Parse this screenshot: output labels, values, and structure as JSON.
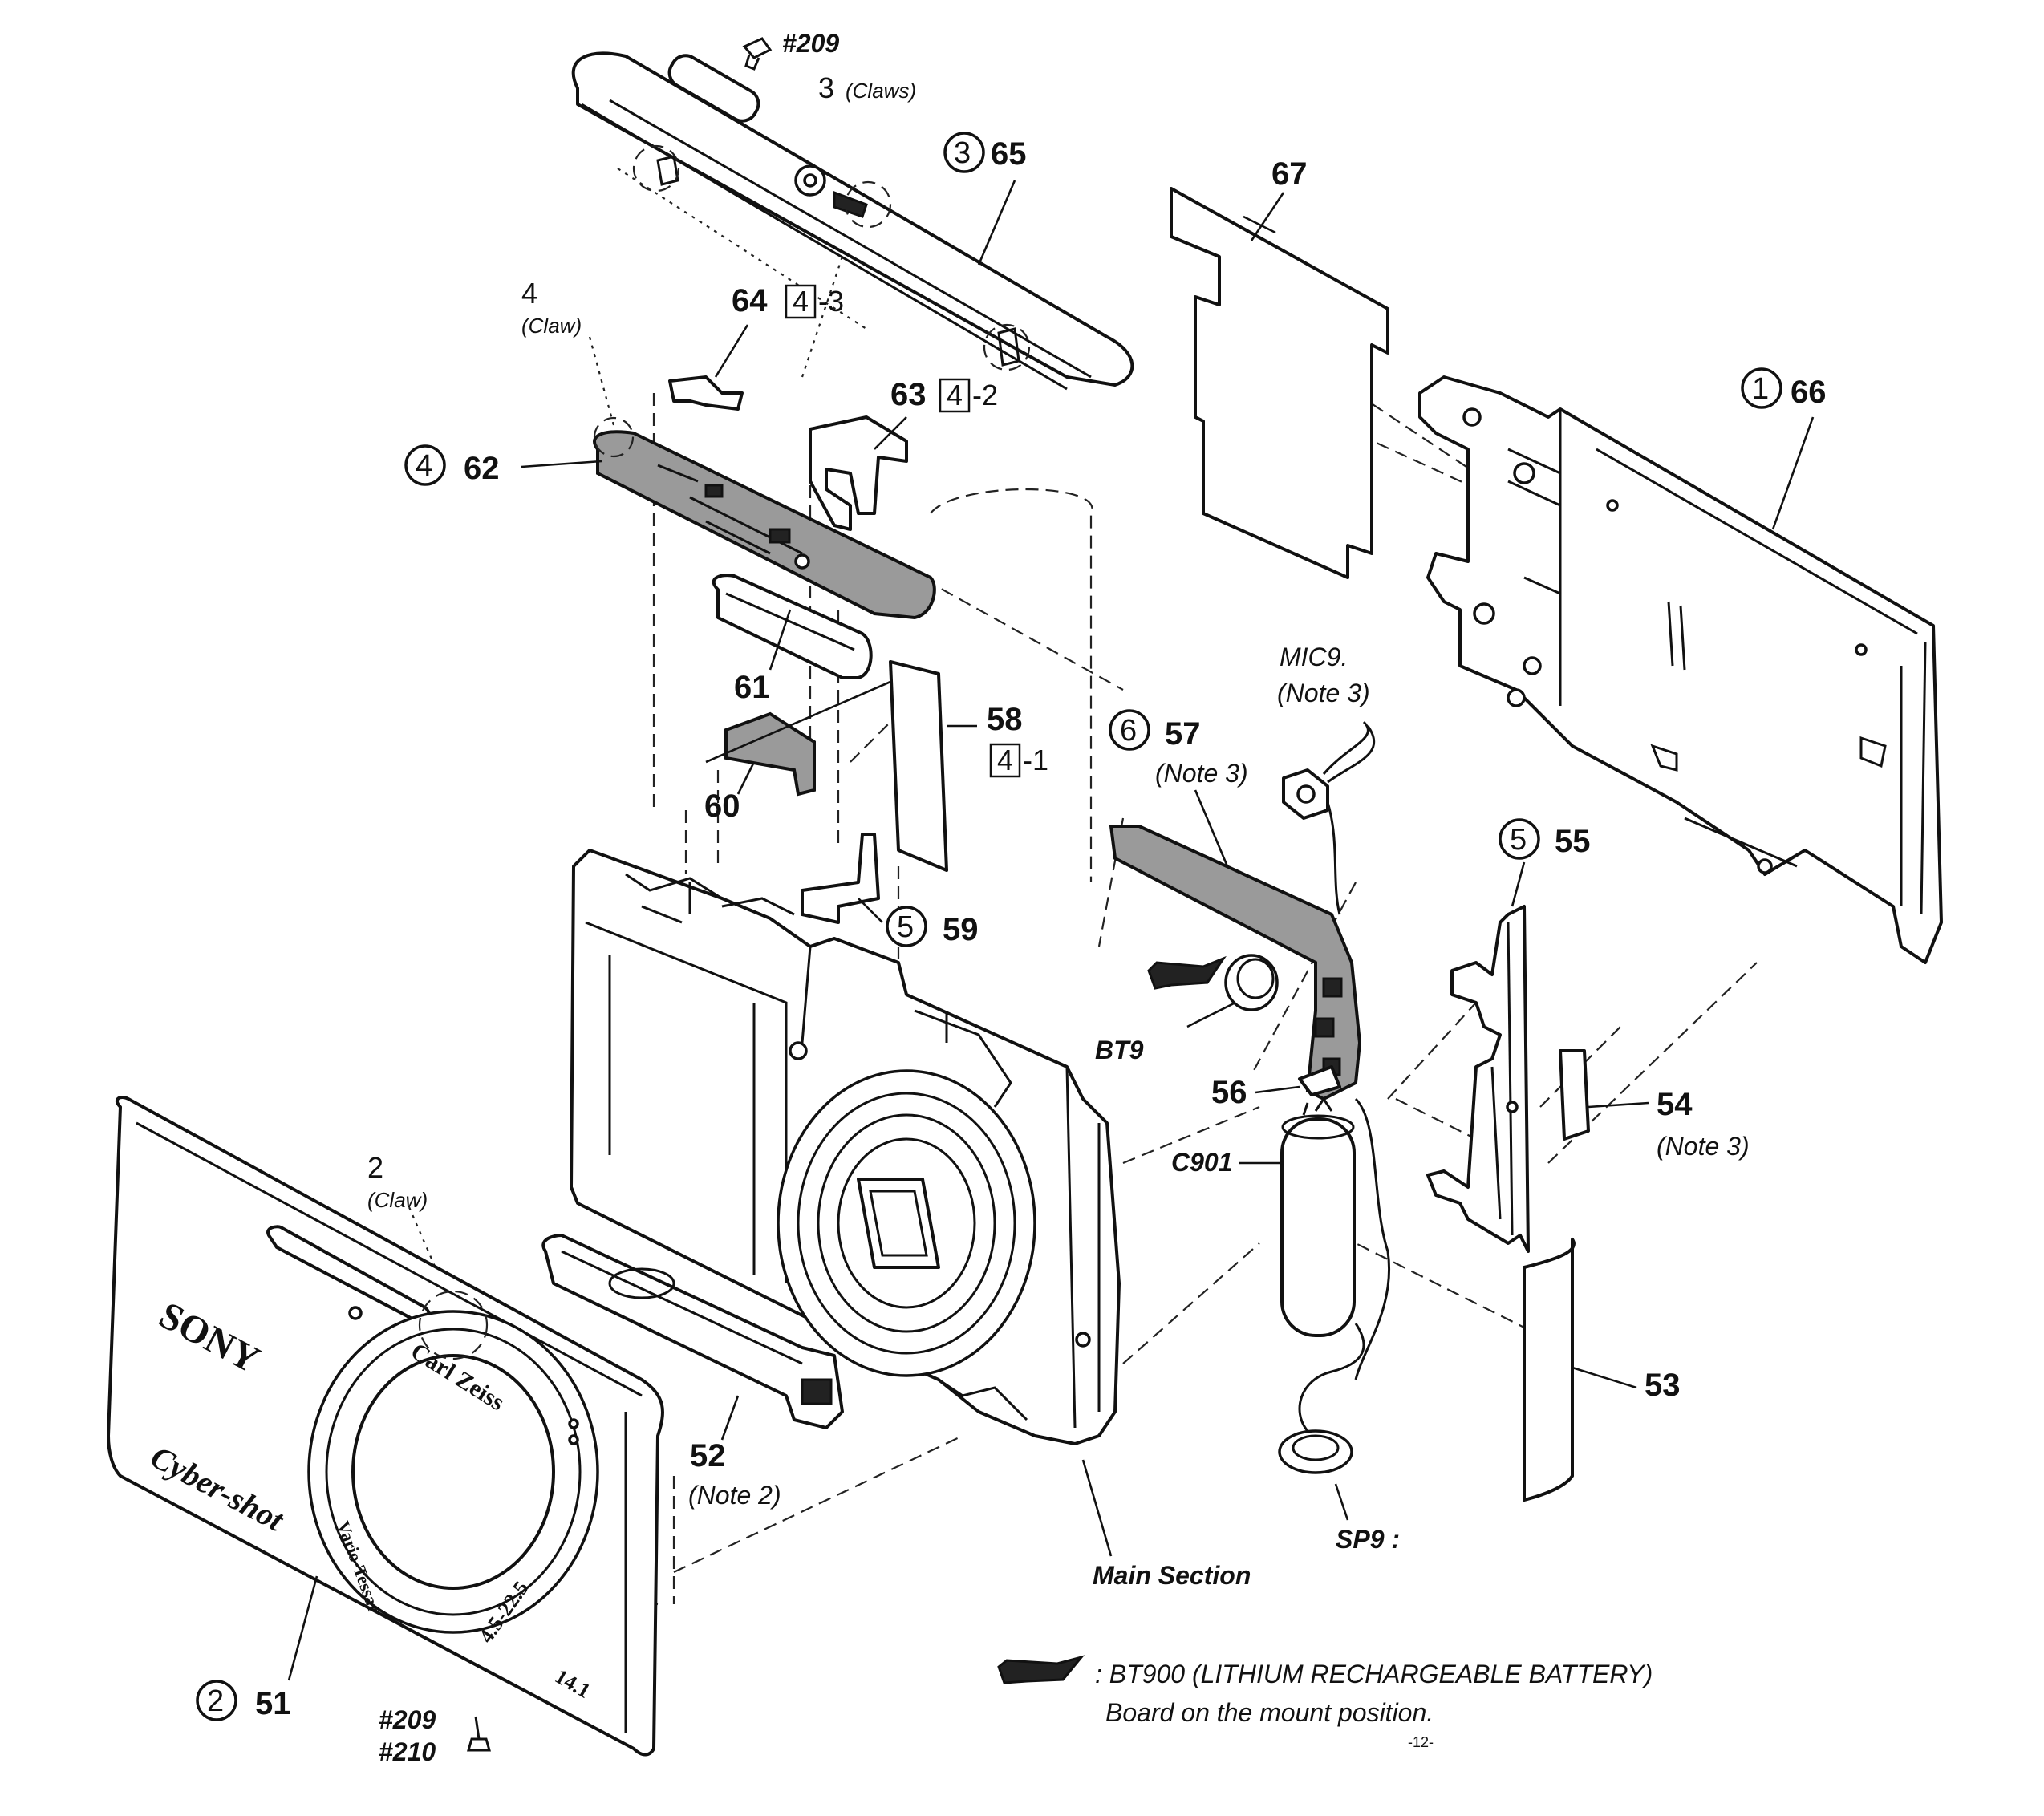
{
  "labels": {
    "l209_top": "#209",
    "l3_claws_num": "3",
    "l3_claws_text": "(Claws)",
    "l65_circ": "3",
    "l65": "65",
    "l67": "67",
    "l66_circ": "1",
    "l66": "66",
    "l4_claw_num": "4",
    "l4_claw_text": "(Claw)",
    "l64": "64",
    "l64_box": "4",
    "l64_suffix": "-3",
    "l63": "63",
    "l63_box": "4",
    "l63_suffix": "-2",
    "l62_circ": "4",
    "l62": "62",
    "l61": "61",
    "l58": "58",
    "l58_box": "4",
    "l58_suffix": "-1",
    "l60": "60",
    "l57_circ": "6",
    "l57": "57",
    "l57_note": "(Note 3)",
    "lmic": "MIC9.",
    "lmic_note": "(Note 3)",
    "l55_circ": "5",
    "l55": "55",
    "l59_circ": "5",
    "l59": "59",
    "lbt9": "BT9",
    "l56": "56",
    "l54": "54",
    "l54_note": "(Note 3)",
    "lc901": "C901",
    "l2_claw_num": "2",
    "l2_claw_text": "(Claw)",
    "l53": "53",
    "l52": "52",
    "l52_note": "(Note 2)",
    "lsp9": "SP9 :",
    "lmain": "Main Section",
    "l51_circ": "2",
    "l51": "51",
    "l209_bottom": "#209",
    "l210_bottom": "#210",
    "legend_line1": ": BT900 (LITHIUM RECHARGEABLE BATTERY)",
    "legend_line2": "Board on the mount position.",
    "page_mark": "-12-"
  },
  "printed_on_parts": {
    "brand": "SONY",
    "model": "Cyber-shot",
    "lens_maker": "Carl Zeiss",
    "lens_spec": "Vario-Tessar",
    "lens_focal": "4.5-22.5",
    "megapixels": "14.1"
  },
  "icons": {
    "battery_marker": "battery-marker-icon",
    "screw": "screw-icon"
  }
}
